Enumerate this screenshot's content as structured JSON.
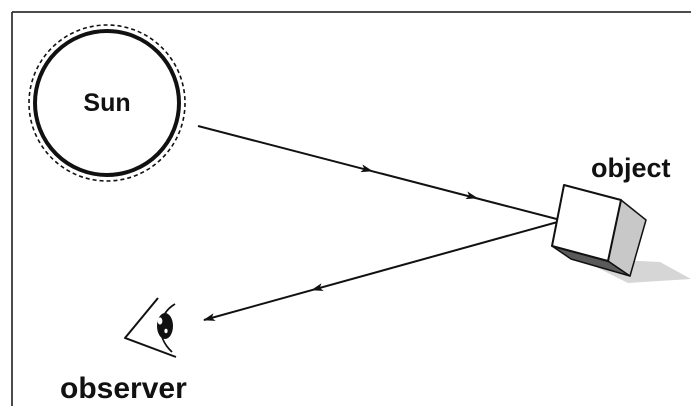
{
  "labels": {
    "sun": "Sun",
    "object": "object",
    "observer": "observer"
  },
  "colors": {
    "stroke": "#111111",
    "cube_front": "#ffffff",
    "cube_side": "#c8c8c8",
    "cube_bottom": "#5a5a5a",
    "cube_shadow": "#d6d6d6",
    "background": "#ffffff"
  },
  "icons": {
    "sun": "sun-circle-icon",
    "object": "cube-icon",
    "observer": "eye-icon"
  }
}
